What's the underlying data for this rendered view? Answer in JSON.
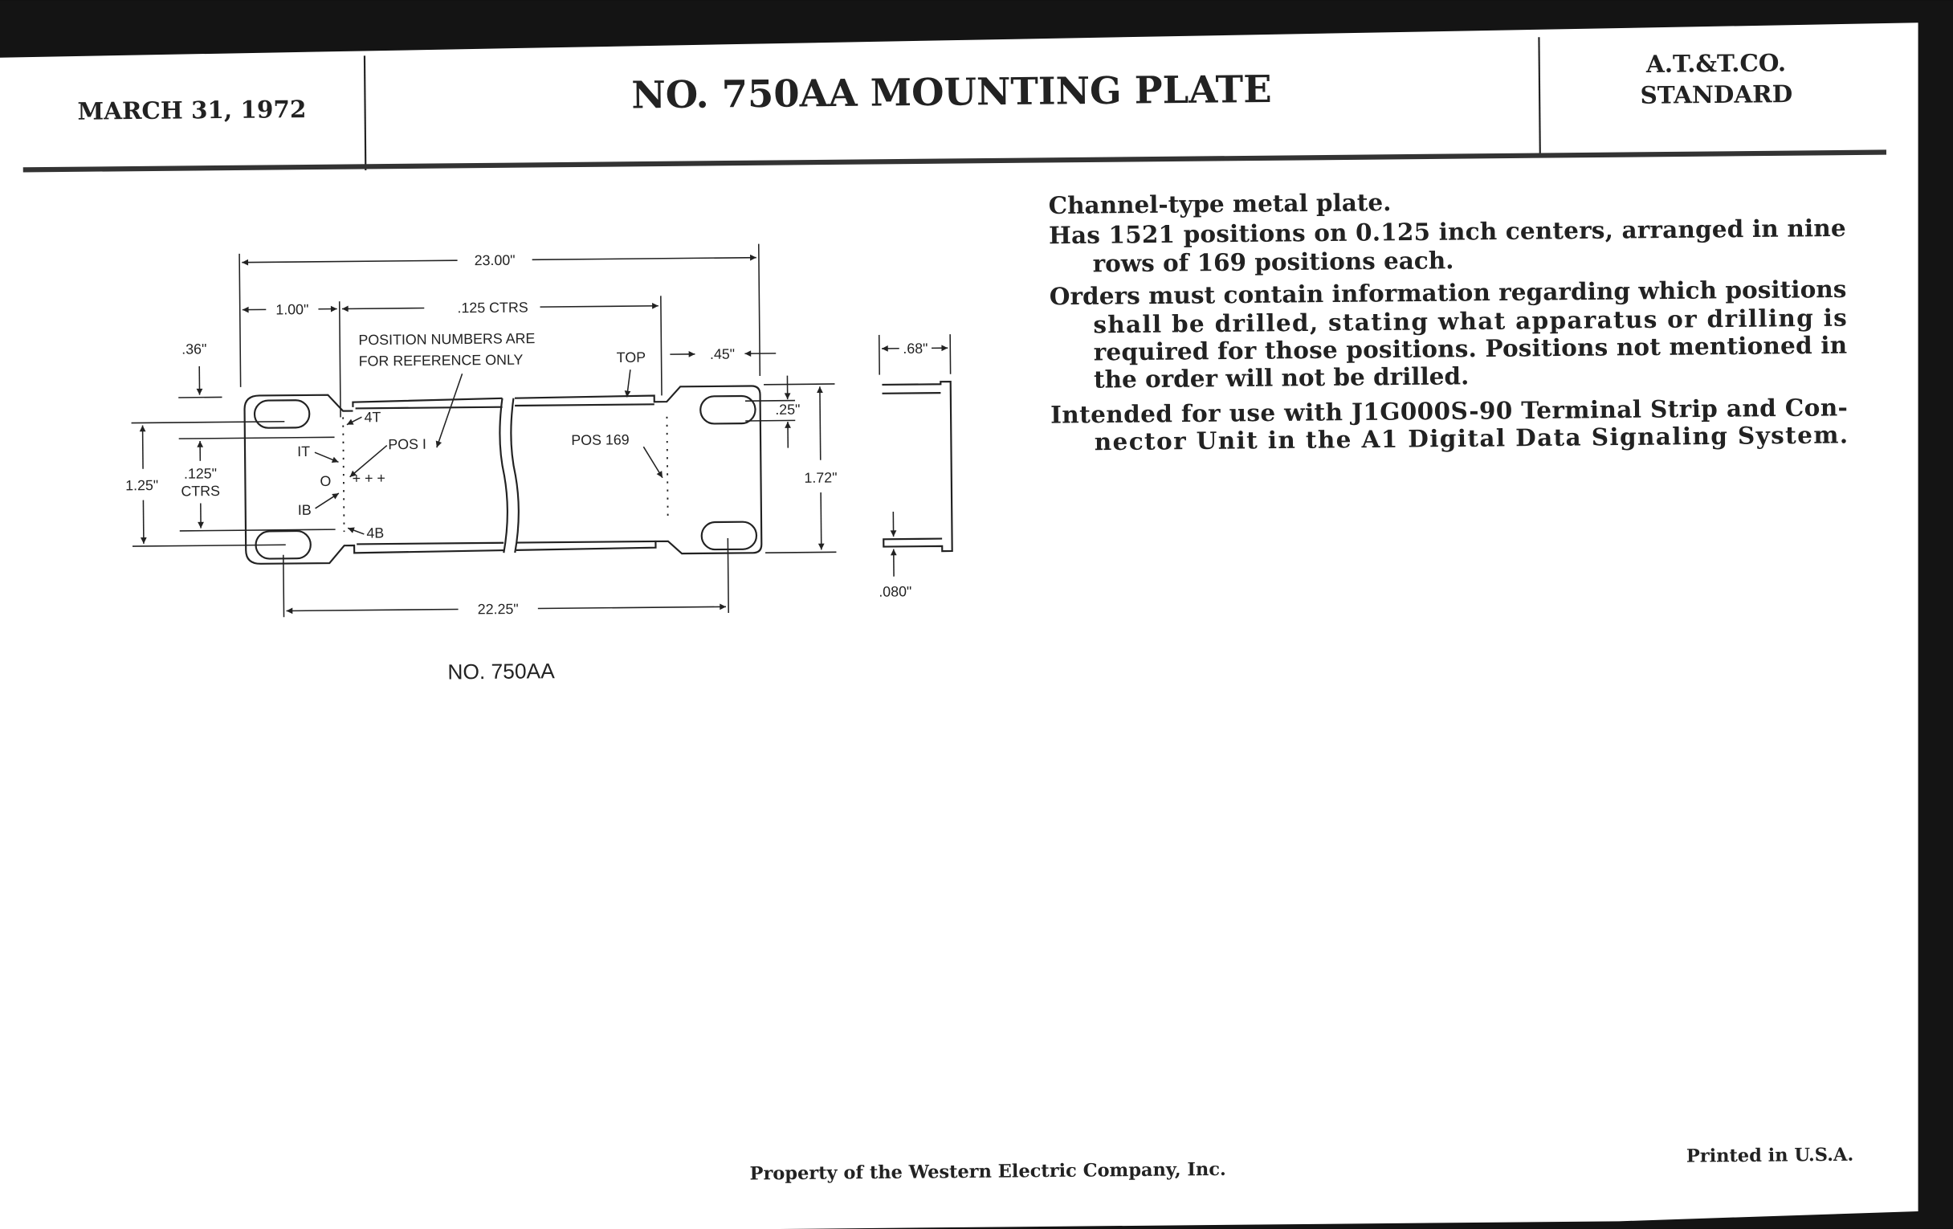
{
  "header": {
    "date": "MARCH 31, 1972",
    "title": "NO. 750AA MOUNTING PLATE",
    "standard_line1": "A.T.&T.CO.",
    "standard_line2": "STANDARD"
  },
  "drawing": {
    "overall_length": "23.00\"",
    "end_to_first_position": "1.00\"",
    "position_spacing": ".125 CTRS",
    "note_line1": "POSITION NUMBERS ARE",
    "note_line2": "FOR REFERENCE ONLY",
    "top_label": "TOP",
    "slot_offset": ".45\"",
    "flange_depth": ".68\"",
    "top_margin": ".36\"",
    "slot_height": ".25\"",
    "overall_height": "1.72\"",
    "slot_spacing_vertical": "1.25\"",
    "row_spacing": ".125\"",
    "row_spacing_label": "CTRS",
    "label_4t": "4T",
    "label_1t": "IT",
    "label_0": "O",
    "label_1b": "IB",
    "label_4b": "4B",
    "label_pos1": "POS I",
    "label_pos169": "POS 169",
    "slot_spacing_horizontal": "22.25\"",
    "thickness": ".080\"",
    "caption": "NO. 750AA"
  },
  "description": {
    "p1": [
      "Channel-type metal plate."
    ],
    "p2": [
      "Has 1521 positions on 0.125 inch centers, arranged in nine",
      "rows of 169 positions each."
    ],
    "p3": [
      "Orders must contain information regarding which positions",
      "shall be drilled, stating what apparatus or drilling is",
      "required for those positions. Positions not mentioned in",
      "the order will not be drilled."
    ],
    "p4": [
      "Intended for use with J1G000S-90 Terminal Strip and Con-",
      "nector Unit in the A1 Digital Data Signaling System."
    ]
  },
  "footer": {
    "property": "Property of the Western Electric Company, Inc.",
    "printed": "Printed in U.S.A."
  }
}
